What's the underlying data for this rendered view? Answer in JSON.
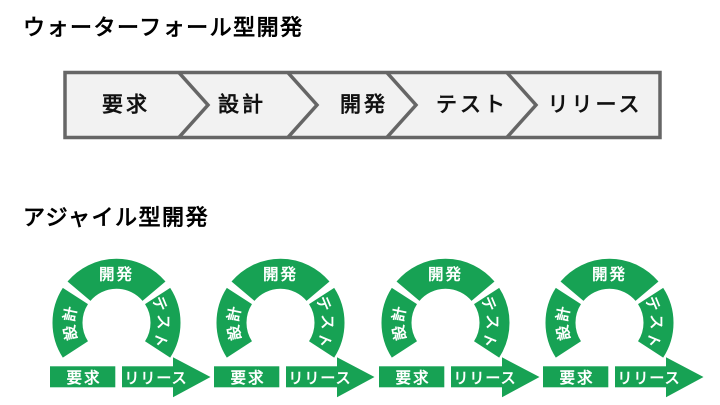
{
  "waterfall": {
    "title": "ウォーターフォール型開発",
    "stages": [
      "要求",
      "設計",
      "開発",
      "テスト",
      "リリース"
    ]
  },
  "agile": {
    "title": "アジャイル型開発",
    "iterations": 4,
    "cycle": {
      "top": "開発",
      "right": "テスト",
      "bottom_right": "リリース",
      "bottom_left": "要求",
      "left": "設計"
    }
  },
  "colors": {
    "cycle_green": "#17A254",
    "bar_fill": "#F2F2F2",
    "bar_border": "#666666",
    "title_text": "#111111",
    "cycle_label_text": "#FFFFFF"
  }
}
